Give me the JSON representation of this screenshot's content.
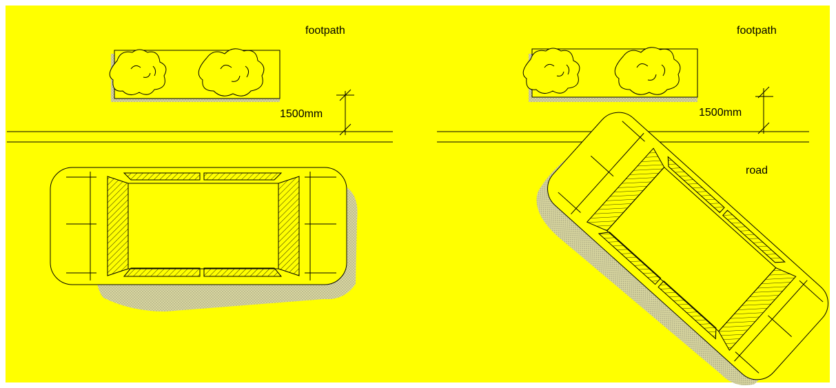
{
  "colors": {
    "background": "#ffff00",
    "border": "#ffffff",
    "line": "#000000",
    "shadow": "#bdbd8a"
  },
  "panels": [
    {
      "name": "car-parallel",
      "footpath_label": "footpath",
      "dimension_label": "1500mm",
      "road_label": ""
    },
    {
      "name": "car-angled",
      "footpath_label": "footpath",
      "dimension_label": "1500mm",
      "road_label": "road"
    }
  ]
}
